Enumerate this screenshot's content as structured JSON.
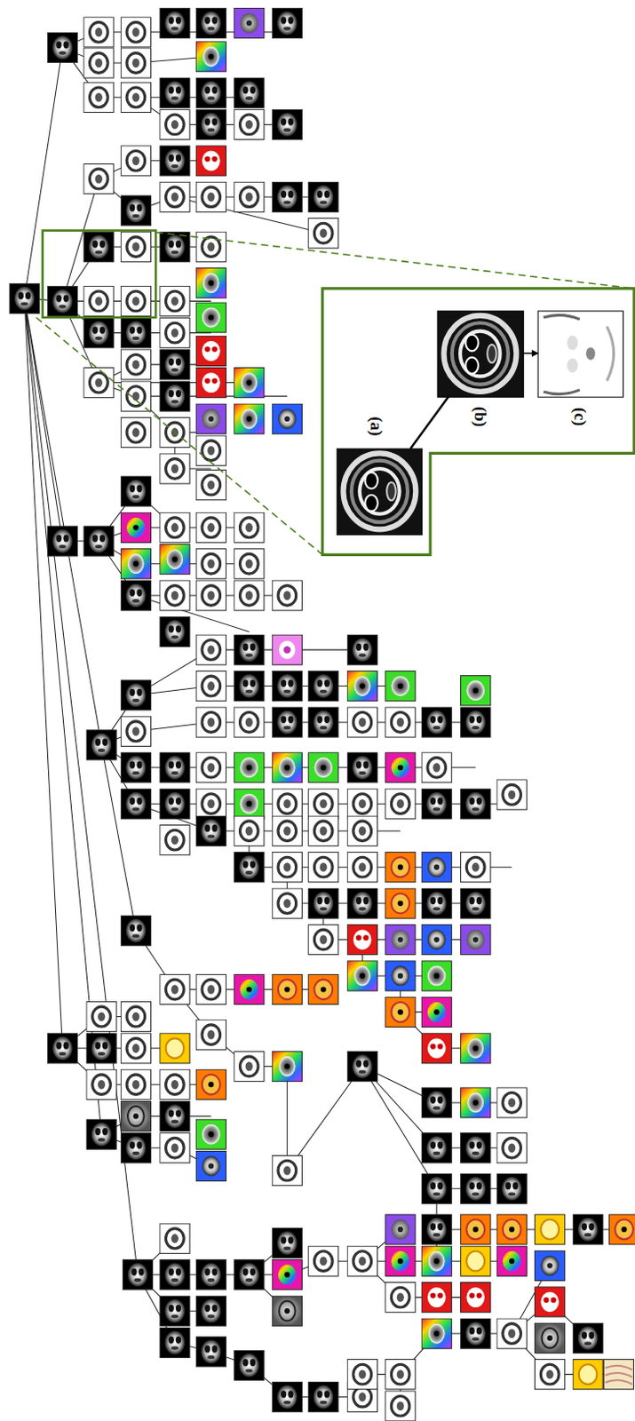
{
  "diagram": {
    "nodes": [
      {
        "text": [
          "(a)"
        ]
      },
      {
        "text": [
          "(b)"
        ]
      },
      {
        "text": [
          "(c)"
        ]
      }
    ],
    "edges": [
      {
        "from": 0,
        "to": 1,
        "arrow": "none"
      },
      {
        "from": 1,
        "to": 2,
        "arrow": "to"
      }
    ]
  }
}
